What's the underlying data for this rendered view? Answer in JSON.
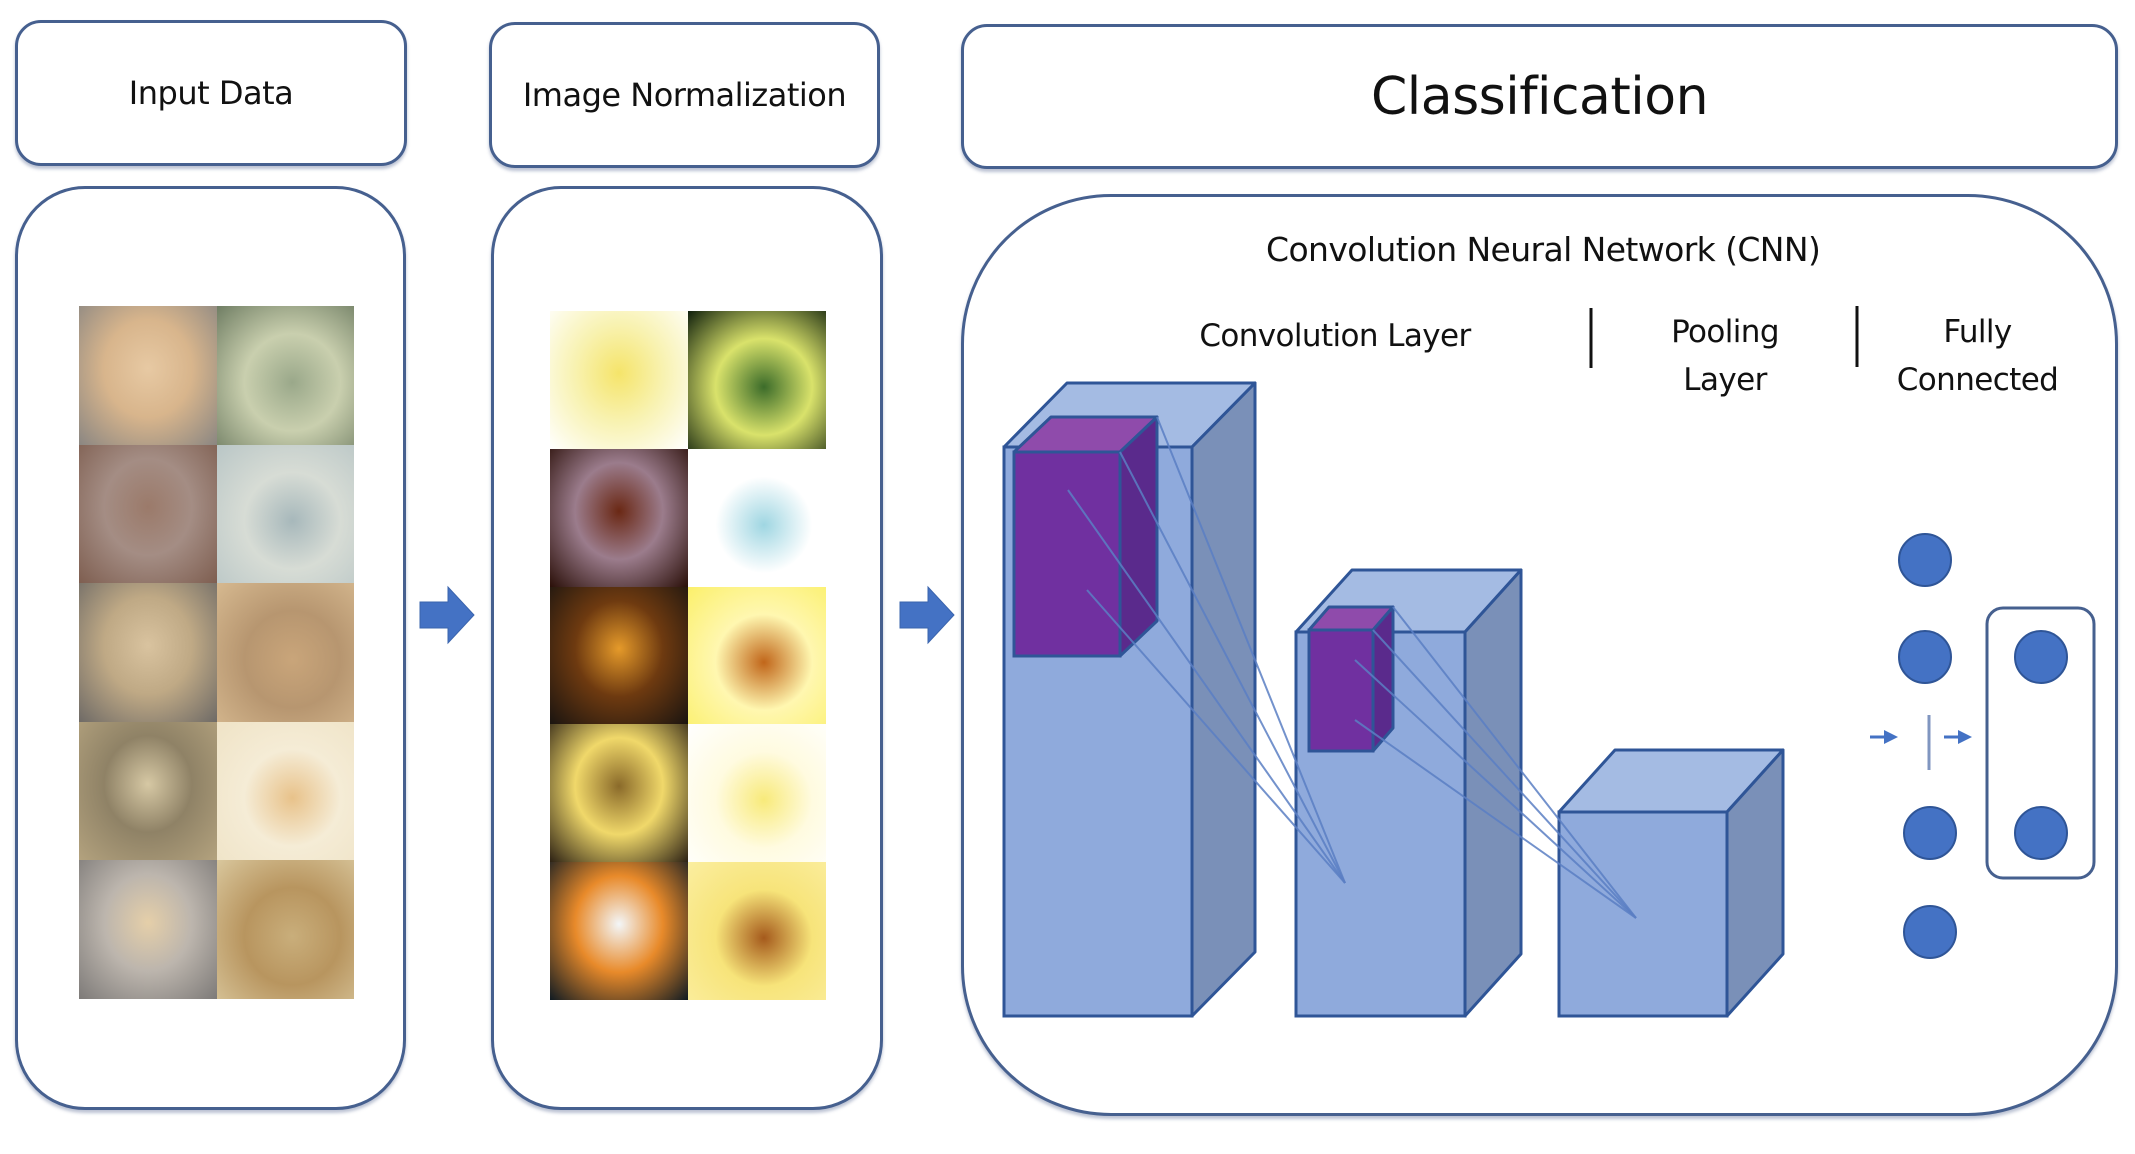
{
  "headers": {
    "input": "Input Data",
    "normalization": "Image Normalization",
    "classification": "Classification"
  },
  "cnn": {
    "title": "Convolution Neural Network (CNN)",
    "stages": {
      "convolution": "Convolution Layer",
      "pooling_line1": "Pooling",
      "pooling_line2": "Layer",
      "fully_line1": "Fully",
      "fully_line2": "Connected"
    }
  },
  "input_samples": [
    {
      "name": "sample-1",
      "colors": [
        "#8a8682",
        "#e7c9a3",
        "#d8b58c"
      ]
    },
    {
      "name": "sample-2",
      "colors": [
        "#6f7d63",
        "#9aa88a",
        "#c9cfae"
      ]
    },
    {
      "name": "sample-3",
      "colors": [
        "#7e5e50",
        "#9b7a6a",
        "#a48d84"
      ]
    },
    {
      "name": "sample-4",
      "colors": [
        "#b9c6c6",
        "#a7b8bb",
        "#d7dcd5"
      ]
    },
    {
      "name": "sample-5",
      "colors": [
        "#6e6a66",
        "#d9c39f",
        "#bfa985"
      ]
    },
    {
      "name": "sample-6",
      "colors": [
        "#d6b990",
        "#c9a57a",
        "#b79670"
      ]
    },
    {
      "name": "sample-7",
      "colors": [
        "#b3a27e",
        "#d6c8a4",
        "#8f8266"
      ]
    },
    {
      "name": "sample-8",
      "colors": [
        "#efe3c6",
        "#e8c28a",
        "#f5ecd6"
      ]
    },
    {
      "name": "sample-9",
      "colors": [
        "#7d7a78",
        "#e5cfa9",
        "#bcb5ad"
      ]
    },
    {
      "name": "sample-10",
      "colors": [
        "#d9c79d",
        "#c9ae7b",
        "#b8955f"
      ]
    }
  ],
  "normalized_samples": [
    {
      "name": "sample-1",
      "colors": [
        "#ffffff",
        "#f5e46a",
        "#f8f2b0"
      ]
    },
    {
      "name": "sample-2",
      "colors": [
        "#0f1f0c",
        "#3c6c2a",
        "#d9e26b"
      ]
    },
    {
      "name": "sample-3",
      "colors": [
        "#2a0f08",
        "#6a2814",
        "#9b7c8c"
      ]
    },
    {
      "name": "sample-4",
      "colors": [
        "#ffffff",
        "#9fd6e2",
        "#ffffff"
      ]
    },
    {
      "name": "sample-5",
      "colors": [
        "#1a1410",
        "#e59a2a",
        "#6e3a10"
      ]
    },
    {
      "name": "sample-6",
      "colors": [
        "#fbf06a",
        "#c1661a",
        "#fff7b0"
      ]
    },
    {
      "name": "sample-7",
      "colors": [
        "#2c2114",
        "#8a6a2a",
        "#f0d86a"
      ]
    },
    {
      "name": "sample-8",
      "colors": [
        "#ffffff",
        "#f8ea7a",
        "#fffbe0"
      ]
    },
    {
      "name": "sample-9",
      "colors": [
        "#0f1a22",
        "#f3f6f8",
        "#e88a2a"
      ]
    },
    {
      "name": "sample-10",
      "colors": [
        "#fbeea0",
        "#a55a1c",
        "#f7e47a"
      ]
    }
  ],
  "colors": {
    "box_border": "#46608f",
    "arrow": "#4472c4",
    "cube_front": "#8faadc",
    "cube_top": "#a4bbe3",
    "cube_side": "#7a90b8",
    "cube_edge": "#2f5597",
    "kernel_front": "#7030a0",
    "kernel_top": "#8f4bab",
    "kernel_side": "#5a2a8c",
    "neuron": "#4472c4",
    "neuron_edge": "#2f5597",
    "connector": "#5b7fc4"
  },
  "neurons": {
    "hidden_count": 4,
    "output_count": 2
  }
}
